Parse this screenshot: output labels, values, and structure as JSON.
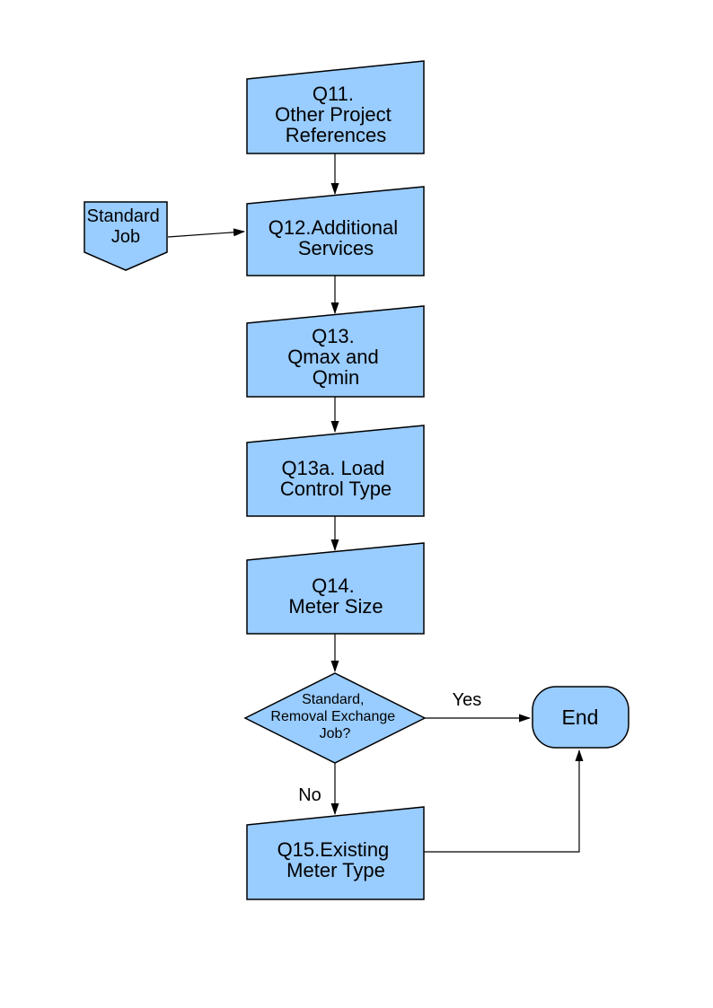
{
  "page": {
    "background": "#FFFFFF"
  },
  "diagram": {
    "type": "flowchart",
    "colors": {
      "node_fill": "#99CCFF",
      "node_border": "#000000",
      "connector": "#000000",
      "text": "#000000"
    },
    "nodes": {
      "q11": {
        "shape": "card",
        "lines": [
          "Q11.",
          "Other Project",
          "References"
        ]
      },
      "standard_job": {
        "shape": "pentagon-down",
        "lines": [
          "Standard",
          "Job"
        ]
      },
      "q12": {
        "shape": "card",
        "lines": [
          "Q12.Additional",
          "Services"
        ]
      },
      "q13": {
        "shape": "card",
        "lines": [
          "Q13.",
          "Qmax and",
          "Qmin"
        ]
      },
      "q13a": {
        "shape": "card",
        "lines": [
          "Q13a. Load",
          "Control Type"
        ]
      },
      "q14": {
        "shape": "card",
        "lines": [
          "Q14.",
          "Meter Size"
        ]
      },
      "decision": {
        "shape": "diamond",
        "lines": [
          "Standard,",
          "Removal Exchange",
          "Job?"
        ]
      },
      "end": {
        "shape": "terminator",
        "lines": [
          "End"
        ]
      },
      "q15": {
        "shape": "card",
        "lines": [
          "Q15.Existing",
          "Meter Type"
        ]
      }
    },
    "edges": [
      {
        "from": "q11",
        "to": "q12"
      },
      {
        "from": "standard_job",
        "to": "q12"
      },
      {
        "from": "q12",
        "to": "q13"
      },
      {
        "from": "q13",
        "to": "q13a"
      },
      {
        "from": "q13a",
        "to": "q14"
      },
      {
        "from": "q14",
        "to": "decision"
      },
      {
        "from": "decision",
        "to": "end",
        "label": "Yes"
      },
      {
        "from": "decision",
        "to": "q15",
        "label": "No"
      },
      {
        "from": "q15",
        "to": "end"
      }
    ]
  }
}
